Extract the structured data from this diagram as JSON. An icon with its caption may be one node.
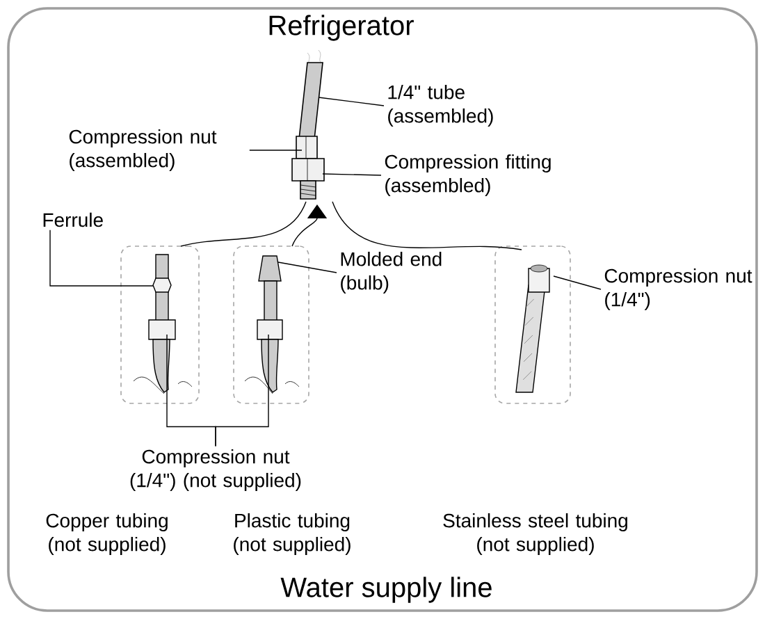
{
  "diagram": {
    "title": "Refrigerator",
    "caption": "Water supply line",
    "nodes": [
      {
        "text": [
          "1/4\" tube (assembled)"
        ]
      },
      {
        "text": [
          "Compression nut (assembled)"
        ]
      },
      {
        "text": [
          "Compression fitting (assembled)"
        ]
      },
      {
        "text": [
          "Ferrule"
        ]
      },
      {
        "text": [
          "Molded end (bulb)"
        ]
      },
      {
        "text": [
          "Compression nut (1/4\")"
        ]
      },
      {
        "text": [
          "Compression nut (1/4\") (not supplied)"
        ]
      },
      {
        "text": [],
        "shape": "box"
      },
      {
        "text": [],
        "shape": "box"
      },
      {
        "text": [],
        "shape": "box"
      },
      {
        "text": [],
        "shape": "picture"
      }
    ],
    "edges": [
      {
        "from": 0,
        "to": 10,
        "arrow": "none"
      },
      {
        "from": 1,
        "to": 10,
        "arrow": "none"
      },
      {
        "from": 2,
        "to": 10,
        "arrow": "none"
      },
      {
        "from": 3,
        "to": 7,
        "arrow": "none"
      },
      {
        "from": 4,
        "to": 8,
        "arrow": "none"
      },
      {
        "from": 5,
        "to": 9,
        "arrow": "none"
      },
      {
        "from": 6,
        "to": 7,
        "arrow": "none"
      },
      {
        "from": 6,
        "to": 8,
        "arrow": "none"
      },
      {
        "from": 10,
        "to": 7,
        "arrow": "none"
      },
      {
        "from": 8,
        "to": 10,
        "arrow": "to"
      },
      {
        "from": 10,
        "to": 9,
        "arrow": "none"
      }
    ],
    "labels": [
      "Copper tubing (not supplied)",
      "Plastic tubing (not supplied)",
      "Stainless steel tubing (not supplied)"
    ]
  }
}
